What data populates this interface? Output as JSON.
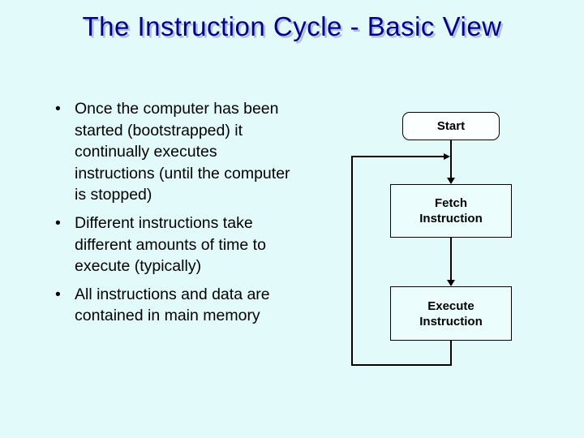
{
  "slide": {
    "title": "The Instruction Cycle - Basic View",
    "bullets": [
      {
        "marker": "•",
        "text": "Once the computer has been\nstarted (bootstrapped) it\ncontinually executes\ninstructions (until the computer\nis stopped)"
      },
      {
        "marker": "•",
        "text": "Different instructions take\ndifferent amounts of time to\nexecute (typically)"
      },
      {
        "marker": "•",
        "text": "All instructions and data are\ncontained in main memory"
      }
    ],
    "flowchart": {
      "nodes": [
        {
          "id": "start",
          "label": "Start",
          "shape": "rounded-rectangle"
        },
        {
          "id": "fetch",
          "label": "Fetch\nInstruction",
          "shape": "rectangle"
        },
        {
          "id": "execute",
          "label": "Execute\nInstruction",
          "shape": "rectangle"
        }
      ],
      "edges": [
        {
          "from": "start",
          "to": "fetch",
          "style": "arrow-down"
        },
        {
          "from": "fetch",
          "to": "execute",
          "style": "arrow-down"
        },
        {
          "from": "execute",
          "to": "fetch",
          "style": "loop-back-left-side-arrow-into-start-fetch-line"
        }
      ]
    },
    "colors": {
      "background": "#e3fafa",
      "title_text": "#00008b",
      "title_shadow": "#b3bedc",
      "body_text": "#000000",
      "node_border": "#000000",
      "start_node_fill": "#fbffff",
      "process_node_fill": "#ebfdfd",
      "connector": "#000000"
    }
  }
}
